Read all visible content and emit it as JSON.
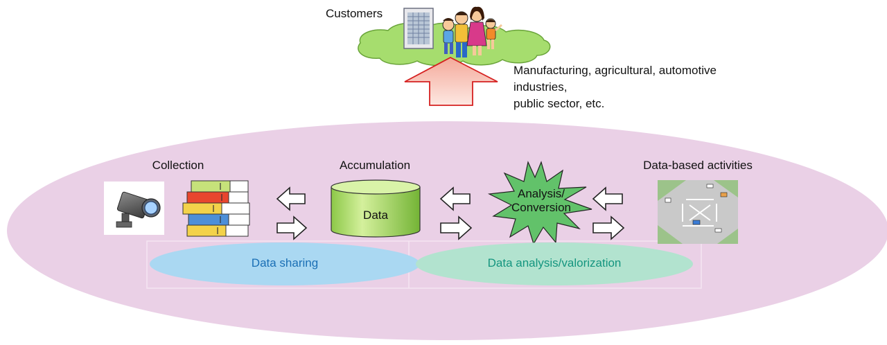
{
  "labels": {
    "customers": "Customers",
    "industries_line1": "Manufacturing, agricultural, automotive industries,",
    "industries_line2": "public sector, etc.",
    "collection": "Collection",
    "accumulation": "Accumulation",
    "data_based_activities": "Data-based activities",
    "data_store": "Data",
    "analysis_line1": "Analysis/",
    "analysis_line2": "Conversion",
    "data_sharing": "Data sharing",
    "data_analysis_valorization": "Data analysis/valorization"
  },
  "colors": {
    "ecosystem_fill": "#ead0e6",
    "cloud_fill": "#a6dd6e",
    "cloud_stroke": "#6aa43a",
    "up_arrow_fill": "#f7c3b8",
    "up_arrow_stroke": "#d52020",
    "cylinder_light": "#c6e88a",
    "cylinder_dark": "#7fbf3a",
    "star_fill": "#62c26a",
    "sharing_fill": "#aad8f2",
    "valorization_fill": "#b2e3cf",
    "sharing_text": "#1a6fb5",
    "valorization_text": "#14957f"
  },
  "icons": [
    "building-icon",
    "family-icon",
    "camera-icon",
    "binders-icon",
    "intersection-icon",
    "double-arrow-icon"
  ]
}
